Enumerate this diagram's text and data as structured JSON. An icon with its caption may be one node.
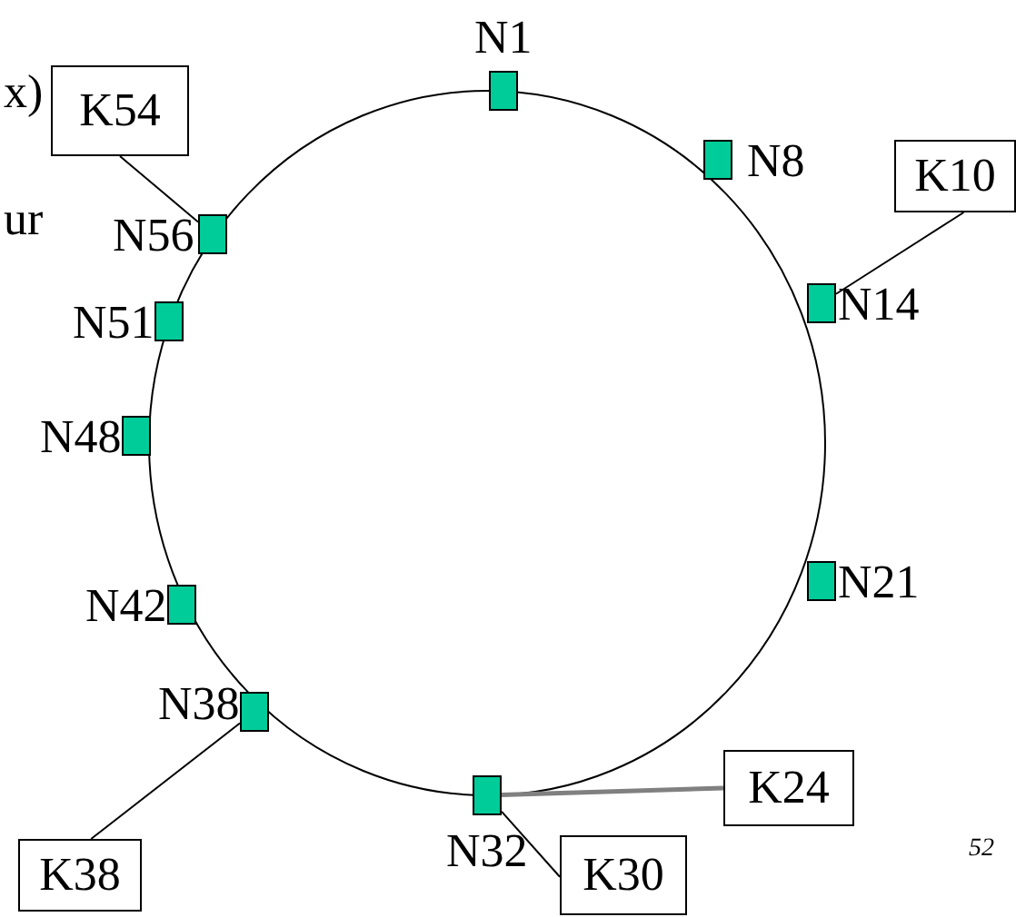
{
  "diagram": {
    "nodes": [
      {
        "text": [],
        "shape": "box",
        "beside": [
          "N1"
        ]
      },
      {
        "text": [
          "K54"
        ]
      },
      {
        "text": [],
        "shape": "box",
        "beside": [
          "N8"
        ]
      },
      {
        "text": [
          "K10"
        ]
      },
      {
        "text": [],
        "shape": "box",
        "beside": [
          "N56"
        ]
      },
      {
        "text": [],
        "shape": "box",
        "beside": [
          "N14"
        ]
      },
      {
        "text": [],
        "shape": "box",
        "beside": [
          "N51"
        ]
      },
      {
        "text": [],
        "shape": "box",
        "beside": [
          "N48"
        ]
      },
      {
        "text": [],
        "shape": "box",
        "beside": [
          "N21"
        ]
      },
      {
        "text": [],
        "shape": "box",
        "beside": [
          "N42"
        ]
      },
      {
        "text": [],
        "shape": "box",
        "beside": [
          "N38"
        ]
      },
      {
        "text": [
          "K38"
        ]
      },
      {
        "text": [],
        "shape": "box",
        "beside": [
          "N32"
        ]
      },
      {
        "text": [
          "K24"
        ]
      },
      {
        "text": [
          "K30"
        ]
      }
    ],
    "edges": [
      {
        "from": 1,
        "to": 4,
        "arrow": "none"
      },
      {
        "from": 3,
        "to": 5,
        "arrow": "none"
      },
      {
        "from": 11,
        "to": 10,
        "arrow": "none"
      },
      {
        "from": 13,
        "to": 12,
        "arrow": "none",
        "color": "#808080",
        "style": "thick"
      },
      {
        "from": 14,
        "to": 12,
        "arrow": "none"
      }
    ],
    "labels": [
      "x)",
      "ur",
      "52"
    ]
  }
}
